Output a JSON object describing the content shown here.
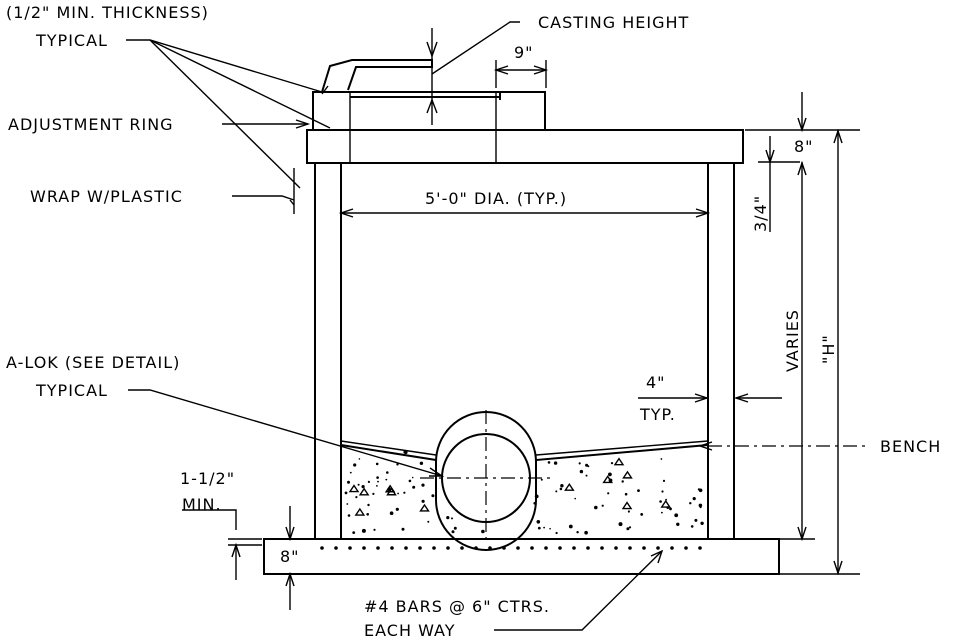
{
  "labels": {
    "thickness": "(1/2\" MIN. THICKNESS)",
    "typical_top": "TYPICAL",
    "adjustment_ring": "ADJUSTMENT RING",
    "wrap": "WRAP W/PLASTIC",
    "casting_height": "CASTING HEIGHT",
    "nine_in": "9\"",
    "eight_top": "8\"",
    "three_quarter": "3/4\"",
    "varies": "VARIES",
    "h": "\"H\"",
    "dia": "5'-0\" DIA. (TYP.)",
    "alok": "A-LOK (SEE DETAIL)",
    "typical_alok": "TYPICAL",
    "four_in": "4\"",
    "typ": "TYP.",
    "bench": "BENCH",
    "one_half": "1-1/2\"",
    "min": "MIN.",
    "eight_bottom": "8\"",
    "bars": "#4 BARS @ 6\" CTRS.",
    "each_way": "EACH WAY"
  },
  "colors": {
    "line": "#000000",
    "background": "#ffffff"
  }
}
